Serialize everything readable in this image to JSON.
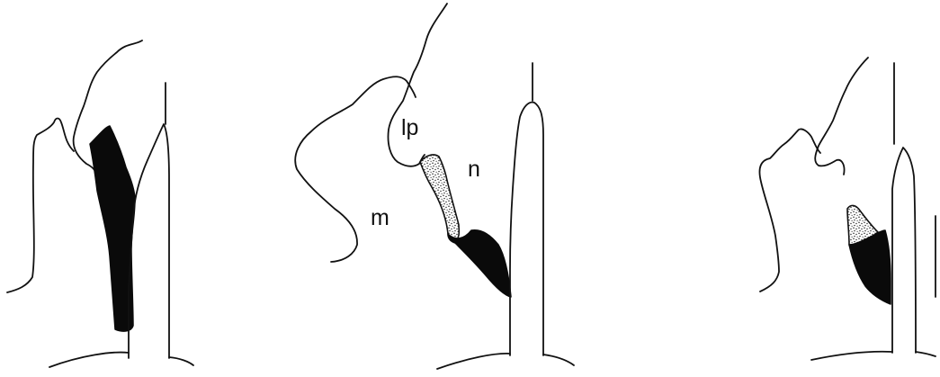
{
  "panels": [
    {
      "id": "left",
      "labels": []
    },
    {
      "id": "middle",
      "labels": [
        {
          "key": "lp",
          "text": "lp"
        },
        {
          "key": "n",
          "text": "n"
        },
        {
          "key": "m",
          "text": "m"
        }
      ]
    },
    {
      "id": "right",
      "labels": []
    }
  ],
  "colors": {
    "ink": "#111111",
    "fill_black": "#0a0a0a",
    "background": "#ffffff"
  }
}
